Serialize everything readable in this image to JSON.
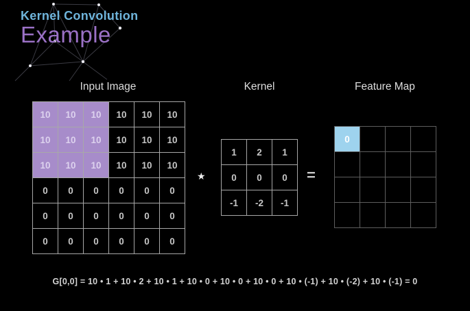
{
  "title": {
    "heading": "Kernel Convolution",
    "subheading": "Example"
  },
  "labels": {
    "input": "Input Image",
    "kernel": "Kernel",
    "feature": "Feature Map"
  },
  "operators": {
    "star": "★",
    "equals": "="
  },
  "grids": {
    "input": {
      "cells": [
        [
          "10",
          "10",
          "10",
          "10",
          "10",
          "10"
        ],
        [
          "10",
          "10",
          "10",
          "10",
          "10",
          "10"
        ],
        [
          "10",
          "10",
          "10",
          "10",
          "10",
          "10"
        ],
        [
          "0",
          "0",
          "0",
          "0",
          "0",
          "0"
        ],
        [
          "0",
          "0",
          "0",
          "0",
          "0",
          "0"
        ],
        [
          "0",
          "0",
          "0",
          "0",
          "0",
          "0"
        ]
      ],
      "highlight": [
        [
          0,
          0
        ],
        [
          0,
          1
        ],
        [
          0,
          2
        ],
        [
          1,
          0
        ],
        [
          1,
          1
        ],
        [
          1,
          2
        ],
        [
          2,
          0
        ],
        [
          2,
          1
        ],
        [
          2,
          2
        ]
      ],
      "highlight_class": "hl-purple"
    },
    "kernel": {
      "cells": [
        [
          "1",
          "2",
          "1"
        ],
        [
          "0",
          "0",
          "0"
        ],
        [
          "-1",
          "-2",
          "-1"
        ]
      ],
      "highlight": [],
      "highlight_class": ""
    },
    "feature": {
      "cells": [
        [
          "0",
          "",
          "",
          ""
        ],
        [
          "",
          "",
          "",
          ""
        ],
        [
          "",
          "",
          "",
          ""
        ],
        [
          "",
          "",
          "",
          ""
        ]
      ],
      "highlight": [
        [
          0,
          0
        ]
      ],
      "highlight_class": "hl-blue"
    }
  },
  "formula": "G[0,0] = 10 • 1 + 10 • 2 + 10 • 1 + 10 • 0 + 10 • 0 + 10 • 0 + 10 • (-1) + 10 • (-2) + 10 • (-1) = 0",
  "colors": {
    "accent_blue": "#6fb4db",
    "accent_purple": "#9b71c6",
    "cell_purple": "#a78cca",
    "cell_blue": "#9ed3ee",
    "grid_line_bright": "#a8a8a8",
    "grid_line_dim": "#5e5e5e"
  }
}
